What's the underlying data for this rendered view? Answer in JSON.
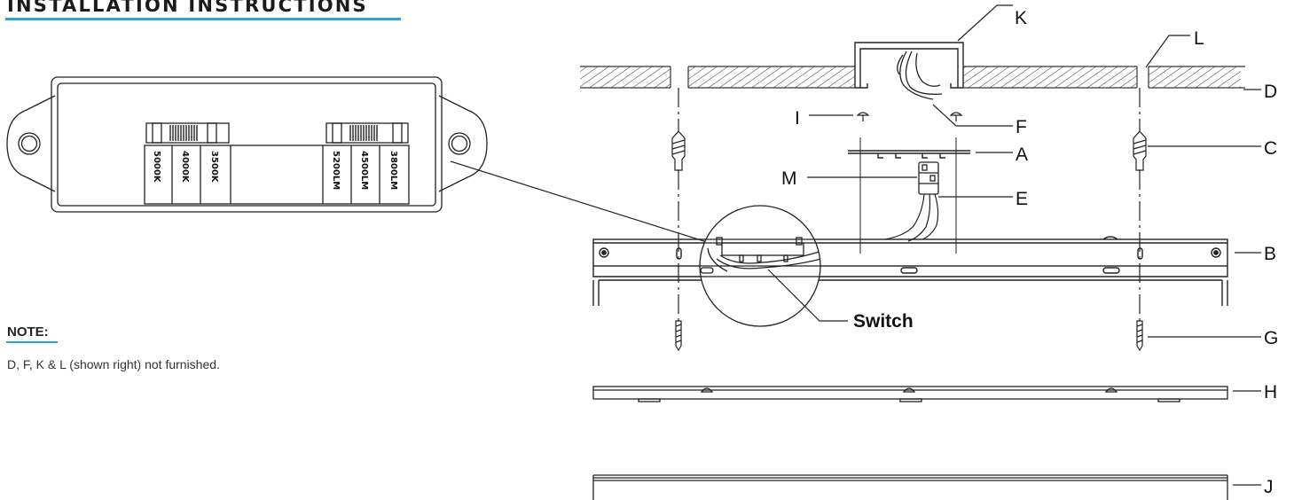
{
  "heading": "INSTALLATION INSTRUCTIONS",
  "note": {
    "title": "NOTE:",
    "text": "D, F, K & L (shown right) not furnished."
  },
  "switch_box": {
    "cct_labels": [
      "5000K",
      "4000K",
      "3500K"
    ],
    "lumen_labels": [
      "5200LM",
      "4500LM",
      "3800LM"
    ]
  },
  "callouts": {
    "A": "A",
    "B": "B",
    "C": "C",
    "D": "D",
    "E": "E",
    "F": "F",
    "G": "G",
    "H": "H",
    "I": "I",
    "J": "J",
    "K": "K",
    "L": "L",
    "M": "M",
    "switch": "Switch"
  }
}
